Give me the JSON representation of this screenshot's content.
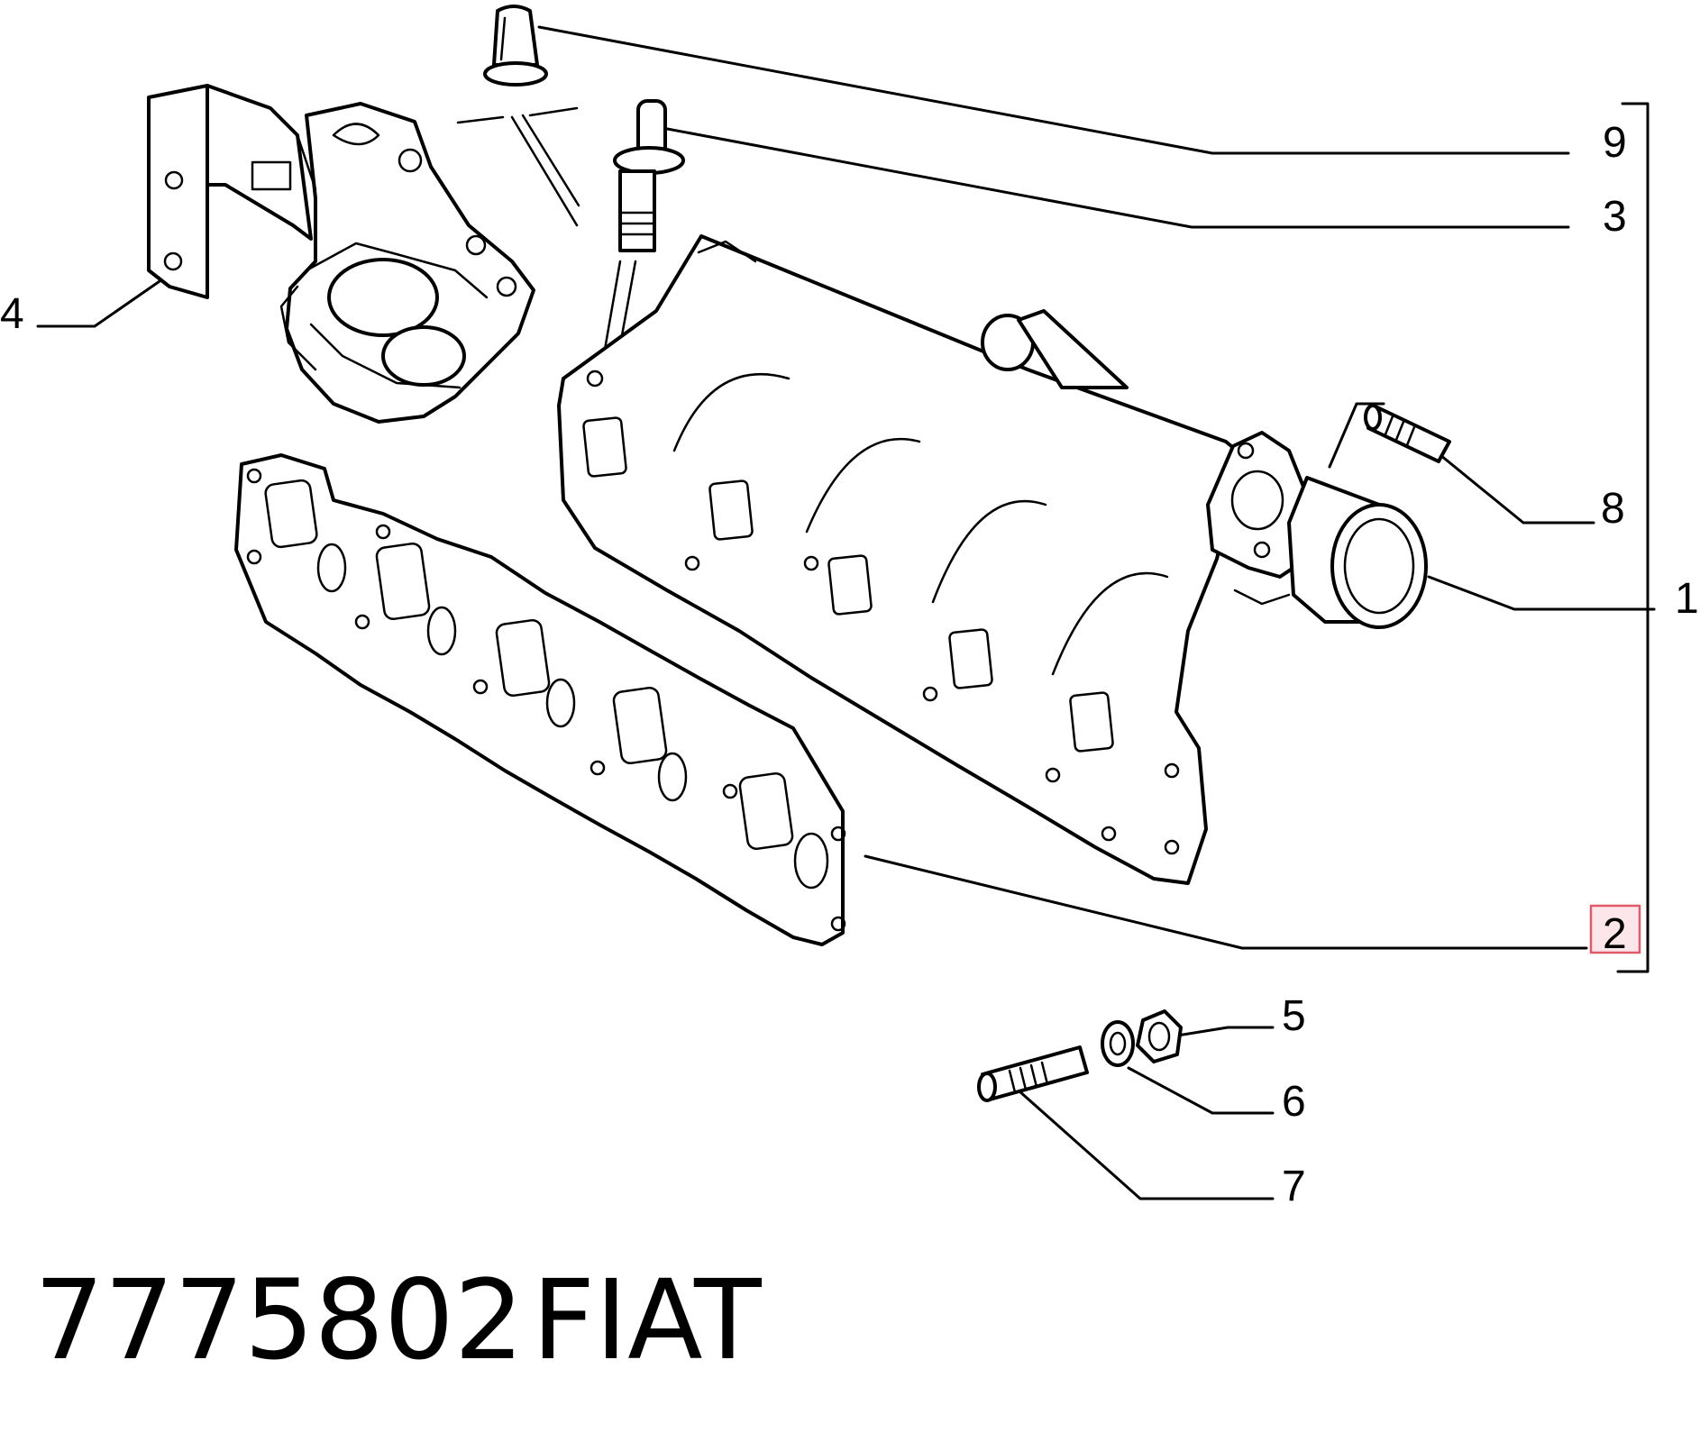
{
  "callouts": {
    "c1": "1",
    "c2": "2",
    "c3": "3",
    "c4": "4",
    "c5": "5",
    "c6": "6",
    "c7": "7",
    "c8": "8",
    "c9": "9"
  },
  "highlight": {
    "callout": "2",
    "color": "#e05a6a",
    "fill": "#fde6ea"
  },
  "footer": {
    "part_number": "7775802",
    "brand": "FIAT"
  }
}
